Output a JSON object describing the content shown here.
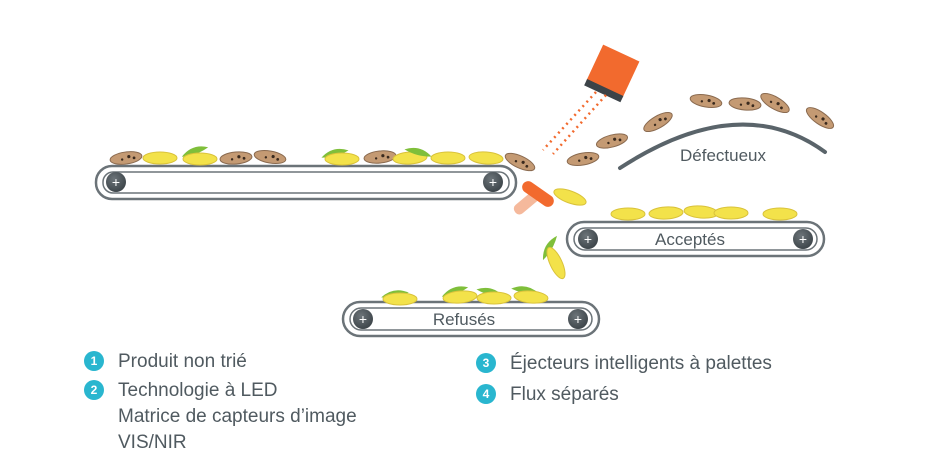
{
  "diagram": {
    "labels": {
      "defective": "Défectueux",
      "accepted": "Acceptés",
      "rejected": "Refusés"
    },
    "colors": {
      "belt_stroke": "#6b7378",
      "roller": "#4f585e",
      "accent_orange": "#f26a2e",
      "camera_body": "#3c4348",
      "corn_yellow": "#f3e24a",
      "corn_leaf": "#7fbf3a",
      "defect_tan": "#c49a73",
      "defect_spot": "#3a2a1e",
      "legend_badge": "#29b6cf",
      "text": "#505a60"
    }
  },
  "legend": [
    {
      "number": "1",
      "lines": [
        "Produit non trié"
      ]
    },
    {
      "number": "2",
      "lines": [
        "Technologie à LED",
        "Matrice de capteurs d’image",
        "VIS/NIR"
      ]
    },
    {
      "number": "3",
      "lines": [
        "Éjecteurs intelligents à palettes"
      ]
    },
    {
      "number": "4",
      "lines": [
        "Flux séparés"
      ]
    }
  ]
}
